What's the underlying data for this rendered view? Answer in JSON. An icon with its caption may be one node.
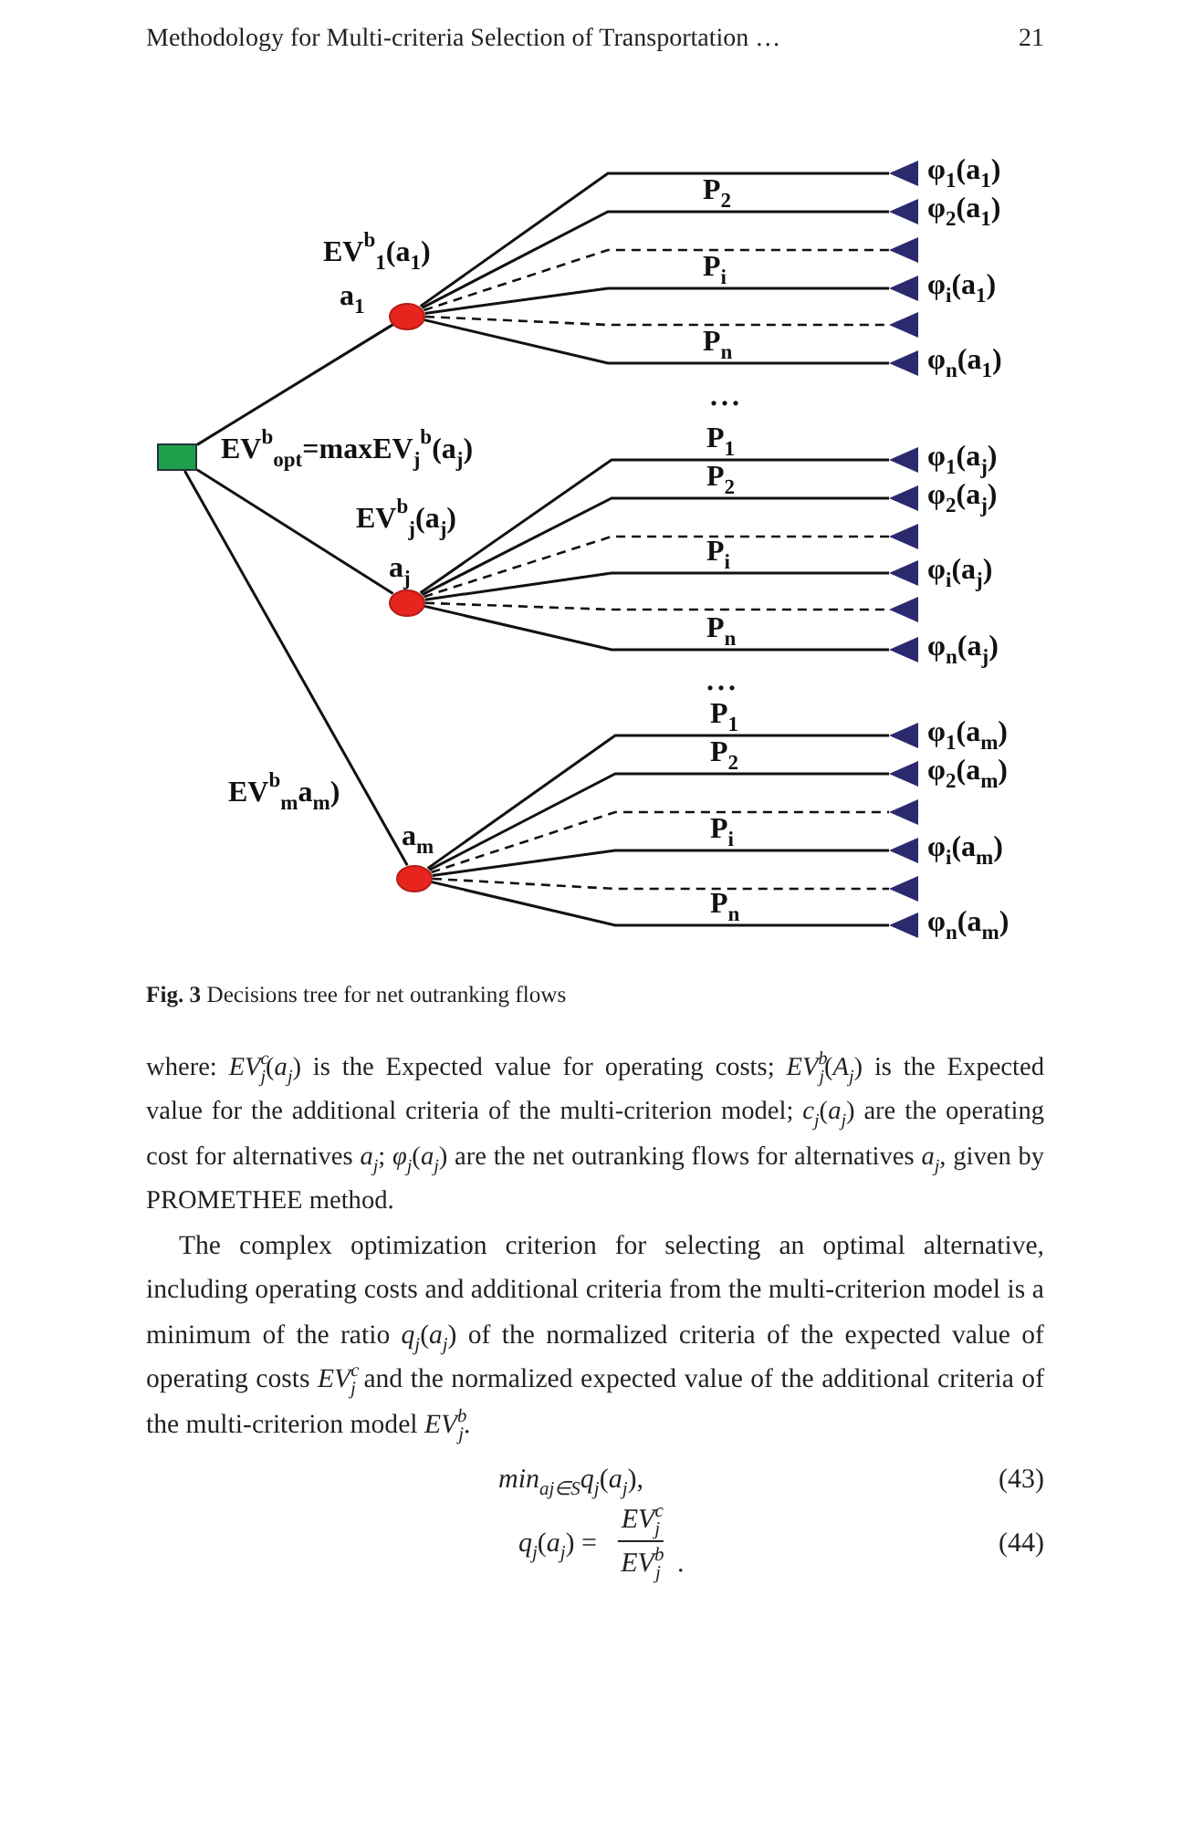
{
  "diagram": {
    "caption": "**Fig. 3** Decisions tree for net outranking flows",
    "nodes": [
      {
        "text": [],
        "shape": "box",
        "beside": [
          "EV$^{b}$$_{opt}$=maxEV$_{j}$$^{b}$(a$_{j}$)"
        ]
      },
      {
        "text": [],
        "shape": "circle",
        "beside": [
          "a$_{1}$"
        ]
      },
      {
        "text": [],
        "shape": "circle",
        "beside": [
          "a$_{j}$"
        ]
      },
      {
        "text": [],
        "shape": "circle",
        "beside": [
          "a$_{m}$"
        ]
      },
      {
        "text": [],
        "shape": "triangle",
        "beside": [
          "φ$_{1}$(a$_{1}$)"
        ]
      },
      {
        "text": [],
        "shape": "triangle",
        "beside": [
          "φ$_{2}$(a$_{1}$)"
        ]
      },
      {
        "text": [],
        "shape": "triangle"
      },
      {
        "text": [],
        "shape": "triangle",
        "beside": [
          "φ$_{i}$(a$_{1}$)"
        ]
      },
      {
        "text": [],
        "shape": "triangle"
      },
      {
        "text": [],
        "shape": "triangle",
        "beside": [
          "φ$_{n}$(a$_{1}$)"
        ]
      },
      {
        "text": [],
        "shape": "triangle",
        "beside": [
          "φ$_{1}$(a$_{j}$)"
        ]
      },
      {
        "text": [],
        "shape": "triangle",
        "beside": [
          "φ$_{2}$(a$_{j}$)"
        ]
      },
      {
        "text": [],
        "shape": "triangle"
      },
      {
        "text": [],
        "shape": "triangle",
        "beside": [
          "φ$_{i}$(a$_{j}$)"
        ]
      },
      {
        "text": [],
        "shape": "triangle"
      },
      {
        "text": [],
        "shape": "triangle",
        "beside": [
          "φ$_{n}$(a$_{j}$)"
        ]
      },
      {
        "text": [],
        "shape": "triangle",
        "beside": [
          "φ$_{1}$(a$_{m}$)"
        ]
      },
      {
        "text": [],
        "shape": "triangle",
        "beside": [
          "φ$_{2}$(a$_{m}$)"
        ]
      },
      {
        "text": [],
        "shape": "triangle"
      },
      {
        "text": [],
        "shape": "triangle",
        "beside": [
          "φ$_{i}$(a$_{m}$)"
        ]
      },
      {
        "text": [],
        "shape": "triangle"
      },
      {
        "text": [],
        "shape": "triangle",
        "beside": [
          "φ$_{n}$(a$_{m}$)"
        ]
      }
    ],
    "edges": [
      {
        "from": 0,
        "to": 1,
        "arrow": "none",
        "label": "EV$^{b}$$_{1}$(a$_{1}$)"
      },
      {
        "from": 0,
        "to": 2,
        "arrow": "none",
        "label": "EV$^{b}$$_{j}$(a$_{j}$)"
      },
      {
        "from": 0,
        "to": 3,
        "arrow": "none",
        "label": "EV$^{b}$$_{m}$a$_{m}$)"
      },
      {
        "from": 1,
        "to": 4,
        "arrow": "none"
      },
      {
        "from": 1,
        "to": 5,
        "arrow": "none",
        "label": "P$_{2}$"
      },
      {
        "from": 1,
        "to": 6,
        "arrow": "none",
        "style": "dashed"
      },
      {
        "from": 1,
        "to": 7,
        "arrow": "none",
        "label": "P$_{i}$"
      },
      {
        "from": 1,
        "to": 8,
        "arrow": "none",
        "style": "dashed"
      },
      {
        "from": 1,
        "to": 9,
        "arrow": "none",
        "label": "P$_{n}$"
      },
      {
        "from": 2,
        "to": 10,
        "arrow": "none",
        "label": "P$_{1}$"
      },
      {
        "from": 2,
        "to": 11,
        "arrow": "none",
        "label": "P$_{2}$"
      },
      {
        "from": 2,
        "to": 12,
        "arrow": "none",
        "style": "dashed"
      },
      {
        "from": 2,
        "to": 13,
        "arrow": "none",
        "label": "P$_{i}$"
      },
      {
        "from": 2,
        "to": 14,
        "arrow": "none",
        "style": "dashed"
      },
      {
        "from": 2,
        "to": 15,
        "arrow": "none",
        "label": "P$_{n}$"
      },
      {
        "from": 3,
        "to": 16,
        "arrow": "none",
        "label": "P$_{1}$"
      },
      {
        "from": 3,
        "to": 17,
        "arrow": "none",
        "label": "P$_{2}$"
      },
      {
        "from": 3,
        "to": 18,
        "arrow": "none",
        "style": "dashed"
      },
      {
        "from": 3,
        "to": 19,
        "arrow": "none",
        "label": "P$_{i}$"
      },
      {
        "from": 3,
        "to": 20,
        "arrow": "none",
        "style": "dashed"
      },
      {
        "from": 3,
        "to": 21,
        "arrow": "none",
        "label": "P$_{n}$"
      }
    ],
    "labels": [
      "Methodology for Multi-criteria Selection of Transportation …",
      "21",
      "...",
      "...",
      "where: *EV*$^{c}$$_{j}$(*a*$_{j}$) is the Expected value for operating costs; *EV*$^{b}$$_{j}$(*A*$_{j}$) is the Expected value for the additional criteria of the multi-criterion model; *c*$_{j}$(*a*$_{j}$) are the operating cost for alternatives *a*$_{j}$; *φ*$_{j}$(*a*$_{j}$) are the net outranking flows for alternatives *a*$_{j}$, given by PROMETHEE method.",
      "The complex optimization criterion for selecting an optimal alternative, including operating costs and additional criteria from the multi-criterion model is a minimum of the ratio *q*$_{j}$(*a*$_{j}$) of the normalized criteria of the expected value of operating costs *EV*$^{c}$$_{j}$ and the normalized expected value of the additional criteria of the multi-criterion model *EV*$^{b}$$_{j}$.",
      "*min*$_{a}$$_{j}$$_{∈S}$*q*$_{j}$(*a*$_{j}$),",
      "(43)",
      "*q*$_{j}$(*a*$_{j}$) =",
      "*EV*$^{c}$$_{j}$",
      "*EV*$^{b}$$_{j}$",
      ".",
      "(44)"
    ]
  }
}
